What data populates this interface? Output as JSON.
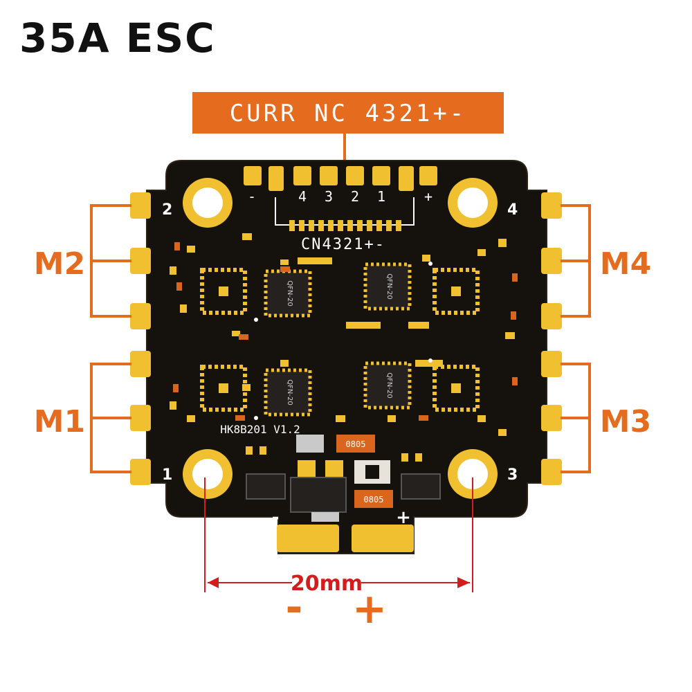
{
  "page": {
    "title": "35A ESC"
  },
  "colors": {
    "orange": "#e56b1f",
    "board": "#15110c",
    "pad_gold": "#f0c030",
    "silk": "#ffffff",
    "dim_red": "#d41c1c"
  },
  "header_label": "CURR NC 4321+-",
  "board": {
    "top_pins": [
      "-",
      "4",
      "3",
      "2",
      "1",
      "+"
    ],
    "connector_label": "CN4321+-",
    "model_label": "HK8B201 V1.2",
    "corner_numbers": [
      "2",
      "4",
      "1",
      "3"
    ],
    "chip_label": "QFN-20",
    "capacitor_label": "0805",
    "power_minus": "-",
    "power_plus": "+"
  },
  "motors": [
    "M2",
    "M4",
    "M1",
    "M3"
  ],
  "dimension": {
    "label": "20mm"
  },
  "bottom_signs": [
    "-",
    "+"
  ]
}
